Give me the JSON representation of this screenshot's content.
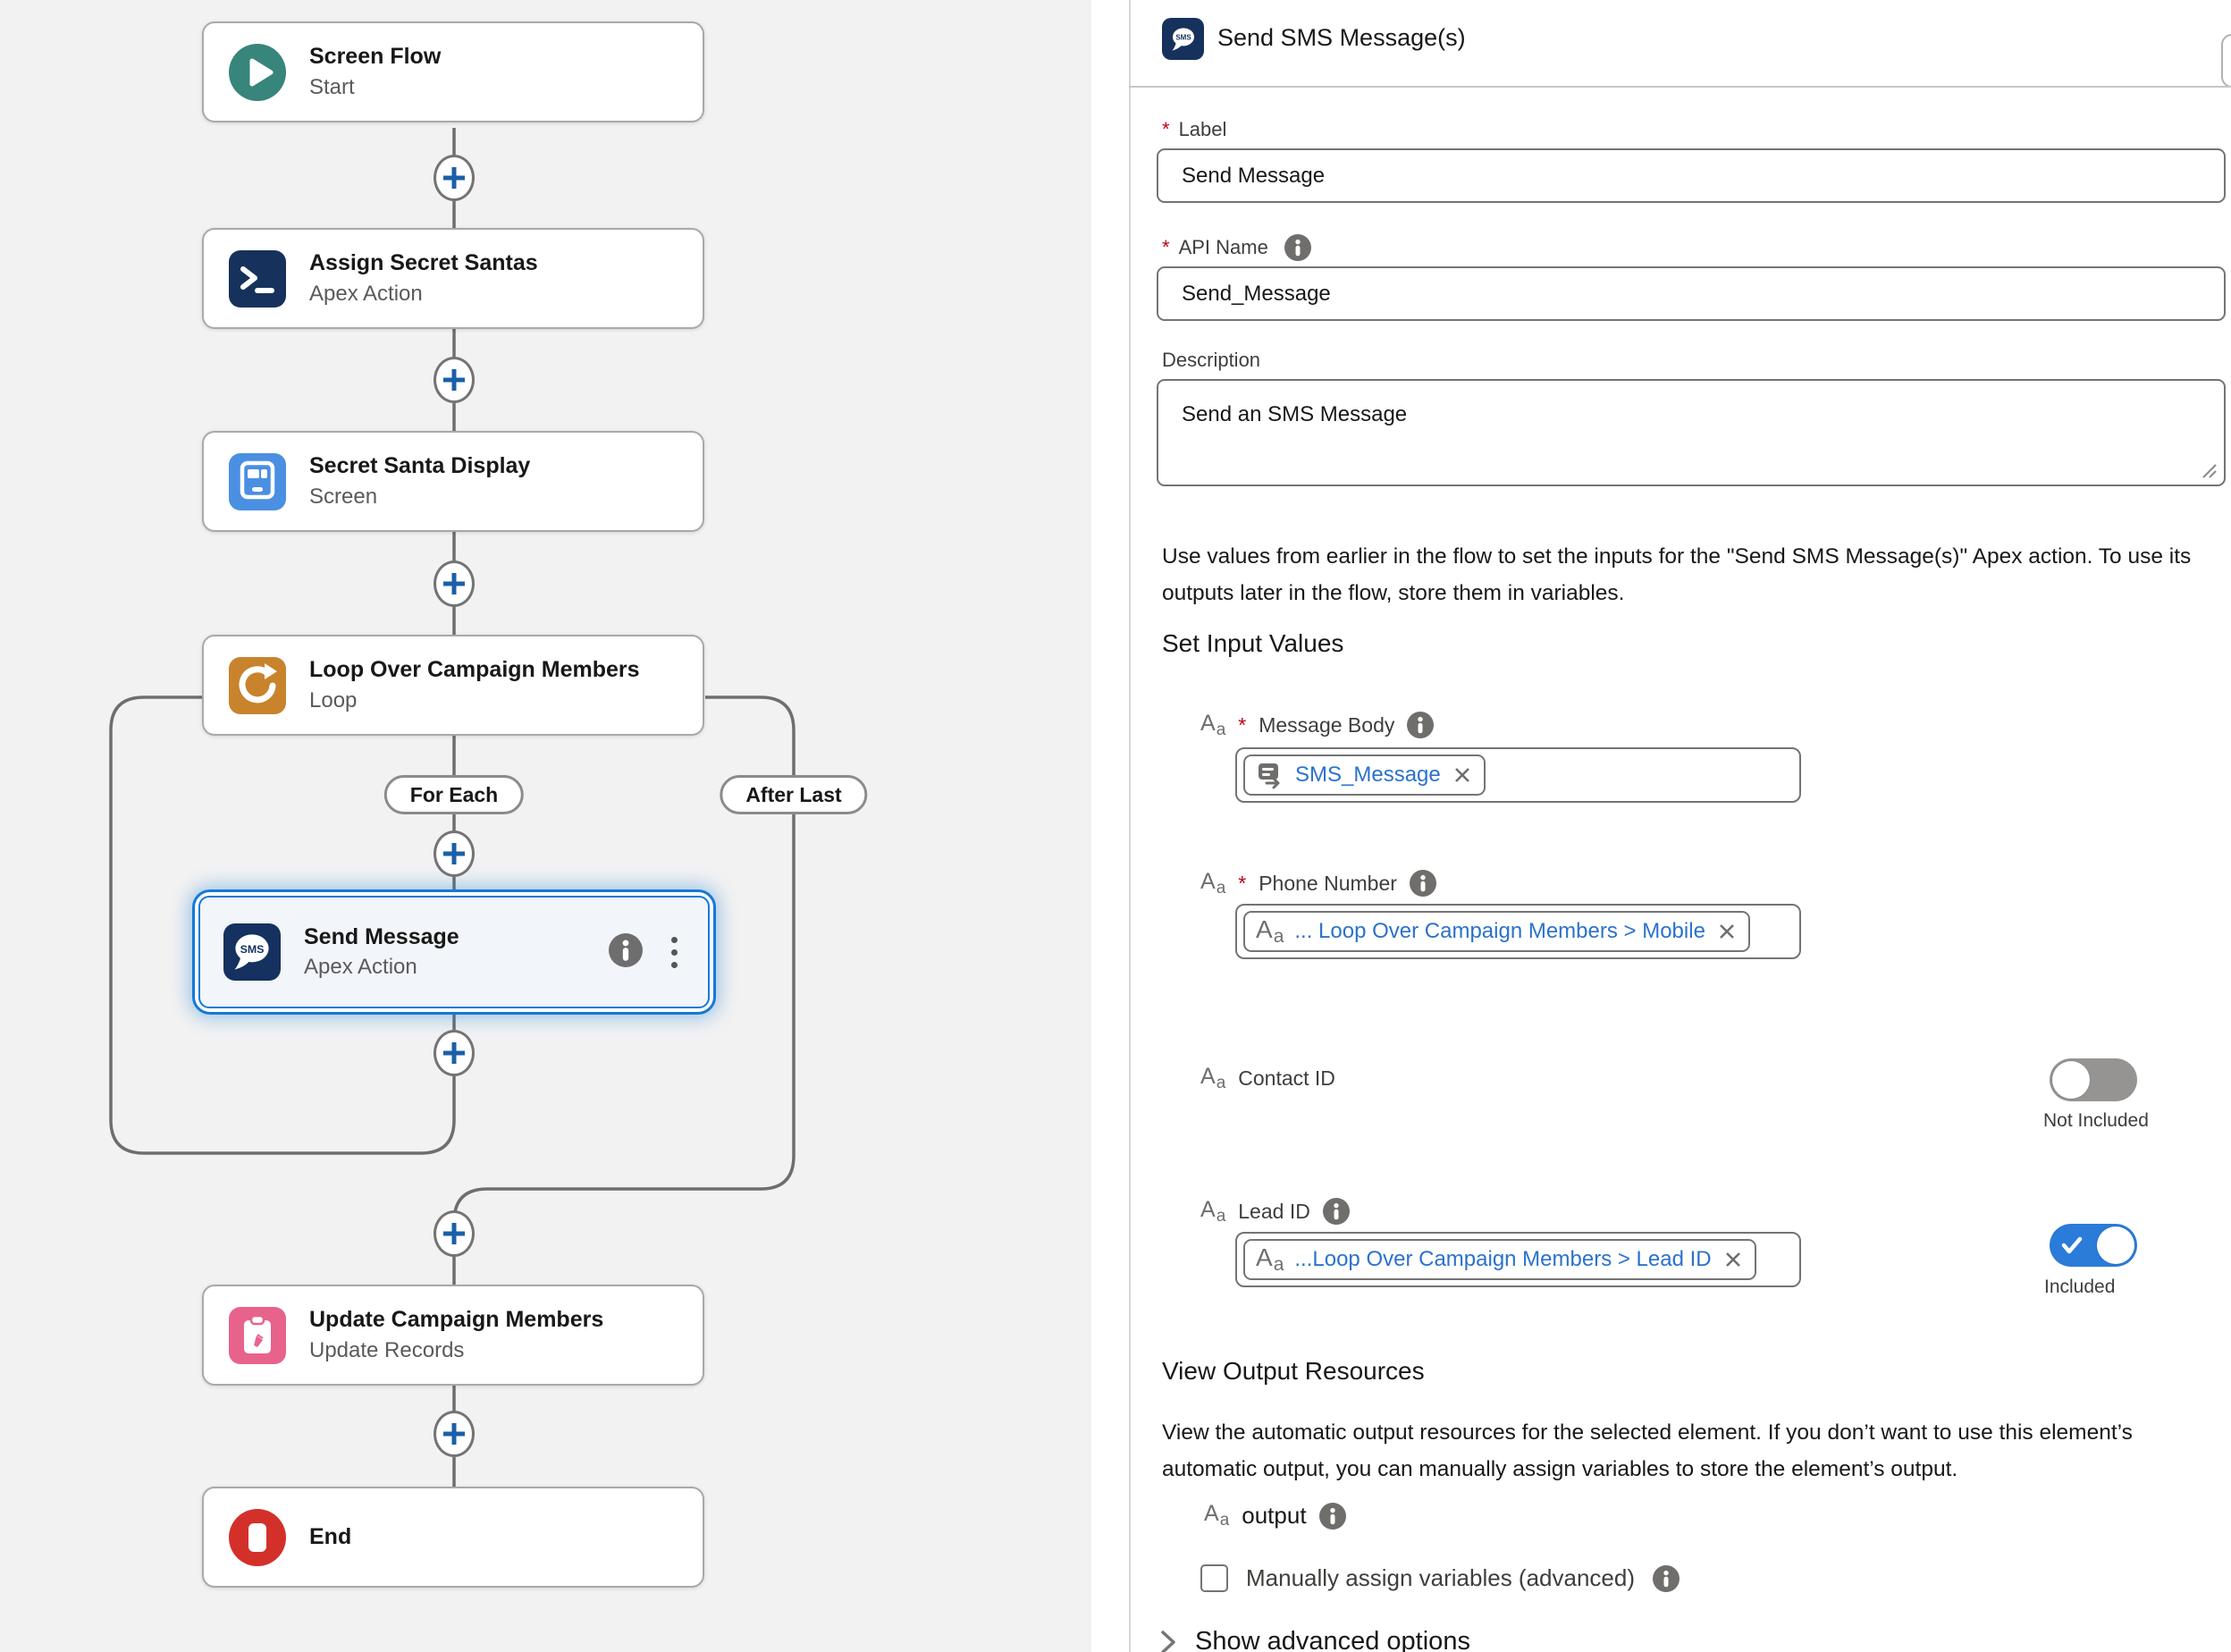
{
  "required_marker": "*",
  "aa_icon": {
    "big": "A",
    "small": "a"
  },
  "colors": {
    "canvas_bg": "#f2f2f2",
    "panel_bg": "#ffffff",
    "selection_blue": "#1479d6",
    "link_blue": "#2b72cc",
    "toggle_on_blue": "#2b7bd8",
    "toggle_off_gray": "#969492",
    "required_red": "#ba0517",
    "connector_gray": "#6e6e6e",
    "node_teal": "#37857b",
    "node_navy": "#16325c",
    "node_blue": "#4b8fe2",
    "node_orange": "#c8832c",
    "node_pink": "#e8638c",
    "node_red": "#d3302a"
  },
  "flow": {
    "nodes": [
      {
        "title": "Screen Flow",
        "subtitle": "Start",
        "icon": "play-icon"
      },
      {
        "title": "Assign Secret Santas",
        "subtitle": "Apex Action",
        "icon": "apex-terminal-icon"
      },
      {
        "title": "Secret Santa Display",
        "subtitle": "Screen",
        "icon": "screen-icon"
      },
      {
        "title": "Loop Over Campaign Members",
        "subtitle": "Loop",
        "icon": "loop-icon"
      },
      {
        "title": "Send Message",
        "subtitle": "Apex Action",
        "icon": "sms-icon",
        "selected": true
      },
      {
        "title": "Update Campaign Members",
        "subtitle": "Update Records",
        "icon": "update-records-icon"
      },
      {
        "title": "End",
        "subtitle": "",
        "icon": "end-icon"
      }
    ],
    "branches": {
      "for_each": "For Each",
      "after_last": "After Last"
    },
    "sms_glyph_text": "SMS"
  },
  "panel": {
    "title": "Send SMS Message(s)",
    "label_field": {
      "label": "Label",
      "value": "Send Message"
    },
    "api_name_field": {
      "label": "API Name",
      "value": "Send_Message"
    },
    "description_field": {
      "label": "Description",
      "value": "Send an SMS Message"
    },
    "intro": "Use values from earlier in the flow to set the inputs for the \"Send SMS Message(s)\" Apex action. To use its outputs later in the flow, store them in variables.",
    "set_input_values": {
      "heading": "Set Input Values",
      "message_body": {
        "label": "Message Body",
        "pill": "SMS_Message"
      },
      "phone_number": {
        "label": "Phone Number",
        "pill": "... Loop Over Campaign Members > Mobile"
      },
      "contact_id": {
        "label": "Contact ID",
        "toggle_state": "Not Included"
      },
      "lead_id": {
        "label": "Lead ID",
        "pill": "...Loop Over Campaign Members > Lead ID",
        "toggle_state": "Included"
      }
    },
    "view_output": {
      "heading": "View Output Resources",
      "description": "View the automatic output resources for the selected element. If you don’t want to use this element’s automatic output, you can manually assign variables to store the element’s output.",
      "output_label": "output",
      "manual_assign_label": "Manually assign variables (advanced)"
    },
    "show_advanced": "Show advanced options"
  }
}
